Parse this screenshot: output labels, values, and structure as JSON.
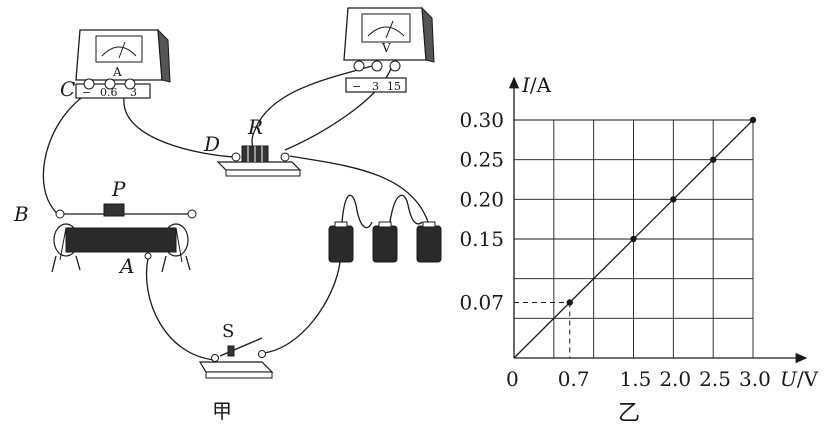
{
  "circuit": {
    "ammeter": {
      "symbol": "A",
      "terminals": [
        "−",
        "0.6",
        "3"
      ]
    },
    "voltmeter": {
      "symbol": "V",
      "terminals": [
        "−",
        "3",
        "15"
      ]
    },
    "points": {
      "C": "C",
      "D": "D",
      "B": "B",
      "A": "A",
      "P": "P"
    },
    "resistor_label": "R",
    "switch_label": "S",
    "caption": "甲"
  },
  "graph": {
    "caption": "乙",
    "y_axis": {
      "var": "I",
      "unit": "/A"
    },
    "x_axis": {
      "var": "U",
      "unit": "/V"
    },
    "origin": "0",
    "x_tick_labels": [
      "0.7",
      "1.5",
      "2.0",
      "2.5",
      "3.0"
    ],
    "y_tick_labels": [
      "0.30",
      "0.25",
      "0.20",
      "0.15",
      "0.07"
    ]
  },
  "chart_data": {
    "type": "line",
    "x": [
      0,
      0.7,
      1.5,
      2.0,
      2.5,
      3.0
    ],
    "y": [
      0,
      0.07,
      0.15,
      0.2,
      0.25,
      0.3
    ],
    "marked_points": [
      [
        0.7,
        0.07
      ],
      [
        1.5,
        0.15
      ],
      [
        2.0,
        0.2
      ],
      [
        2.5,
        0.25
      ],
      [
        3.0,
        0.3
      ]
    ],
    "xlim": [
      0,
      3.0
    ],
    "ylim": [
      0,
      0.3
    ],
    "grid": true
  }
}
